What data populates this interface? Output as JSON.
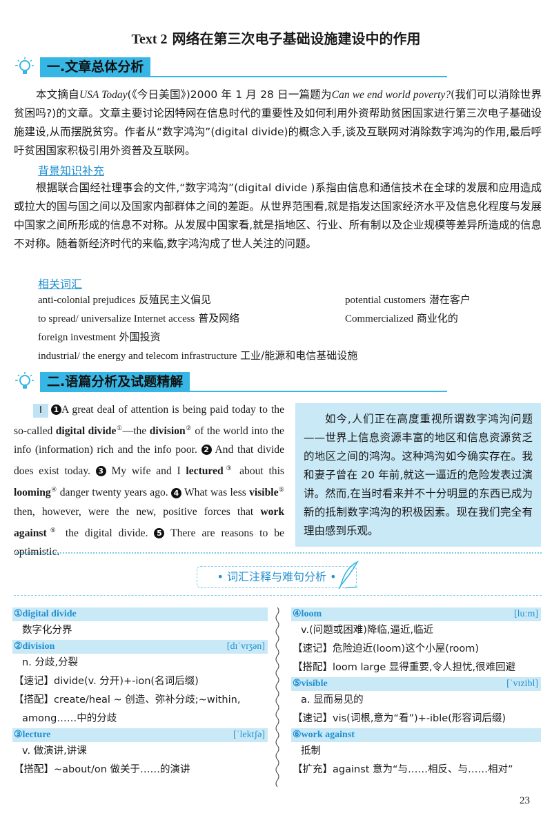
{
  "title": {
    "en": "Text 2",
    "zh": "网络在第三次电子基础设施建设中的作用"
  },
  "section1": {
    "label": "一.文章总体分析"
  },
  "intro": {
    "p1a": "本文摘自",
    "source_en": "USA Today",
    "p1b": "(《今日美国》)2000 年 1 月 28 日一篇题为",
    "article_en": "Can we end world poverty?",
    "p1c": "(我们可以消除世界贫困吗?)的文章。文章主要讨论因特网在信息时代的重要性及如何利用外资帮助贫困国家进行第三次电子基础设施建设,从而摆脱贫穷。作者从“数字鸿沟”(digital divide)的概念入手,谈及互联网对消除数字鸿沟的作用,最后呼吁贫困国家积极引用外资普及互联网。"
  },
  "background": {
    "label": "背景知识补充",
    "text": "根据联合国经社理事会的文件,“数字鸿沟”(digital divide )系指由信息和通信技术在全球的发展和应用造成或拉大的国与国之间以及国家内部群体之间的差距。从世界范围看,就是指发达国家经济水平及信息化程度与发展中国家之间所形成的信息不对称。从发展中国家看,就是指地区、行业、所有制以及企业规模等差异所造成的信息不对称。随着新经济时代的来临,数字鸿沟成了世人关注的问题。"
  },
  "vocab": {
    "label": "相关词汇",
    "items": [
      {
        "en": "anti-colonial prejudices",
        "zh": "反殖民主义偏见"
      },
      {
        "en": "potential customers",
        "zh": "潜在客户"
      },
      {
        "en": "to spread/ universalize Internet access",
        "zh": "普及网络"
      },
      {
        "en": "Commercialized",
        "zh": "商业化的"
      },
      {
        "en": "foreign investment",
        "zh": "外国投资"
      },
      {
        "en": "industrial/ the energy and telecom infrastructure",
        "zh": "工业/能源和电信基础设施"
      }
    ]
  },
  "section2": {
    "label": "二.语篇分析及试题精解"
  },
  "passage": {
    "mark": "Ⅰ",
    "s1a": "A great deal of attention is being paid today to the so-called ",
    "w1": "digital divide",
    "s1b": "—the ",
    "w2": "division",
    "s1c": " of the world into the info (information) rich and the info poor. ",
    "s2": "And that divide does exist today. ",
    "s3a": "My wife and I ",
    "w3": "lectured",
    "s3b": " about this ",
    "w4": "looming",
    "s3c": " danger twenty years ago. ",
    "s4a": "What was less ",
    "w5": "visible",
    "s4b": " then, however, were the new, positive forces that ",
    "w6": "work against",
    "s4c": " the digital divide. ",
    "s5": "There are reasons to be optimistic."
  },
  "translation": "如今,人们正在高度重视所谓数字鸿沟问题——世界上信息资源丰富的地区和信息资源贫乏的地区之间的鸿沟。这种鸿沟如今确实存在。我和妻子曾在 20 年前,就这一逼近的危险发表过演讲。然而,在当时看来并不十分明显的东西已成为新的抵制数字鸿沟的积极因素。现在我们完全有理由感到乐观。",
  "notes_title": "• 词汇注释与难句分析 •",
  "notes_left": [
    {
      "head": "①digital divide",
      "phon": "",
      "lines": [
        {
          "t": "数字化分界"
        }
      ]
    },
    {
      "head": "②division",
      "phon": "[dɪˈvɪʒən]",
      "lines": [
        {
          "t": "n. 分歧,分裂"
        },
        {
          "t": "【速记】divide(v. 分开)+-ion(名词后缀)"
        },
        {
          "t": "【搭配】create/heal ~ 创造、弥补分歧;~within,"
        },
        {
          "t": "among……中的分歧"
        }
      ]
    },
    {
      "head": "③lecture",
      "phon": "[ˈlektʃə]",
      "lines": [
        {
          "t": "v. 做演讲,讲课"
        },
        {
          "t": "【搭配】~about/on 做关于……的演讲"
        }
      ]
    }
  ],
  "notes_right": [
    {
      "head": "④loom",
      "phon": "[luːm]",
      "lines": [
        {
          "t": "v.(问题或困难)降临,逼近,临近"
        },
        {
          "t": "【速记】危险迫近(loom)这个小屋(room)"
        },
        {
          "t": "【搭配】loom large 显得重要,令人担忧,很难回避"
        }
      ]
    },
    {
      "head": "⑤visible",
      "phon": "[ˈvɪzibl]",
      "lines": [
        {
          "t": "a. 显而易见的"
        },
        {
          "t": "【速记】vis(词根,意为“看”)+-ible(形容词后缀)"
        }
      ]
    },
    {
      "head": "⑥work against",
      "phon": "",
      "lines": [
        {
          "t": "抵制"
        },
        {
          "t": "【扩充】against 意为“与……相反、与……相对”"
        }
      ]
    }
  ],
  "page_number": "23",
  "colors": {
    "accent": "#36b6e4",
    "light": "#c9e9f7",
    "link": "#1f8fd0"
  }
}
